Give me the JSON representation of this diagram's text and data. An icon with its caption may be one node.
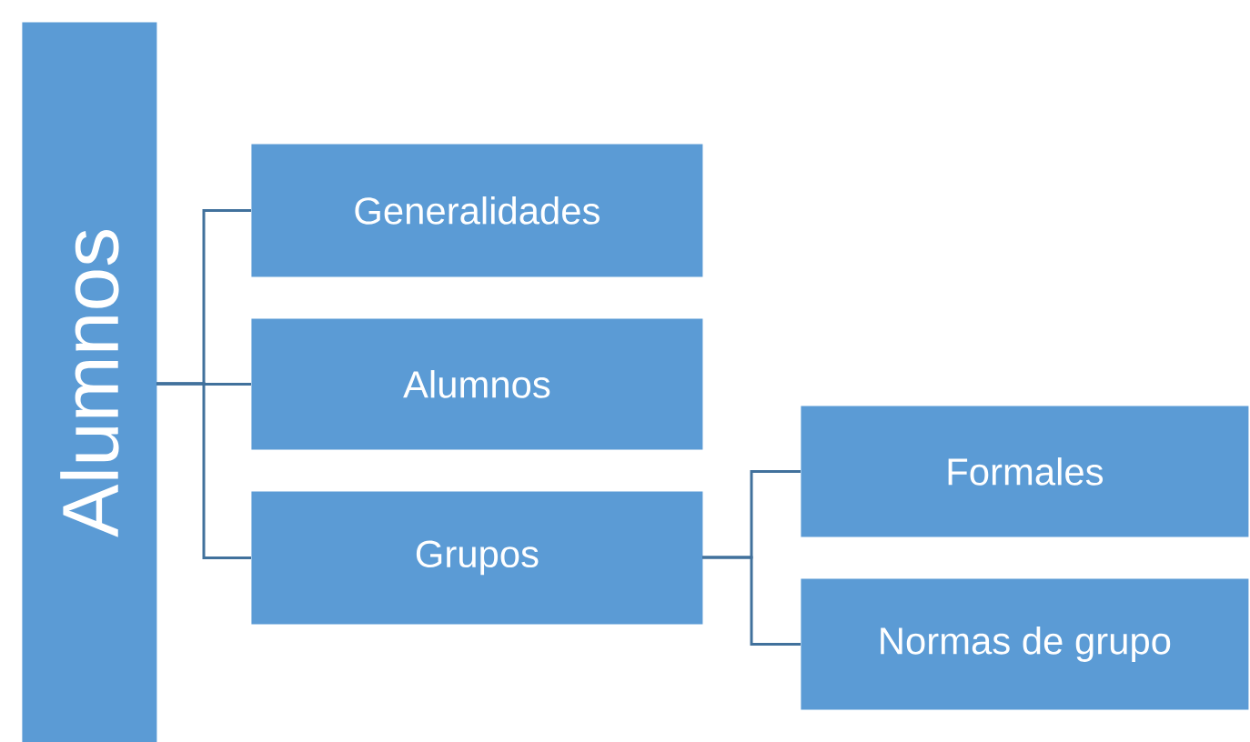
{
  "diagram": {
    "nodes": [
      {
        "text": [
          "Alumnos"
        ]
      },
      {
        "text": [
          "Generalidades"
        ]
      },
      {
        "text": [
          "Alumnos"
        ]
      },
      {
        "text": [
          "Grupos"
        ]
      },
      {
        "text": [
          "Formales"
        ]
      },
      {
        "text": [
          "Normas de grupo"
        ]
      }
    ],
    "edges": [
      {
        "from": 0,
        "to": 1,
        "arrow": "none"
      },
      {
        "from": 0,
        "to": 2,
        "arrow": "none"
      },
      {
        "from": 0,
        "to": 3,
        "arrow": "none"
      },
      {
        "from": 3,
        "to": 4,
        "arrow": "none"
      },
      {
        "from": 3,
        "to": 5,
        "arrow": "none"
      }
    ]
  }
}
